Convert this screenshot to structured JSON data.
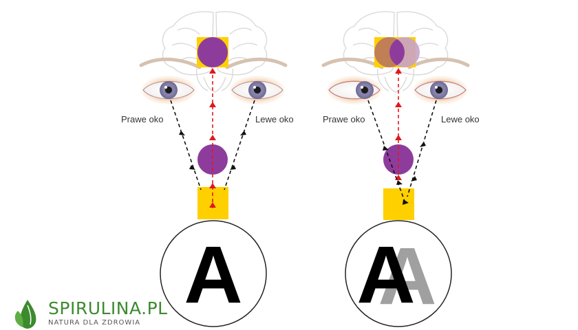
{
  "colors": {
    "purple": "#8e3c9c",
    "light_purple": "#c8a3c8",
    "yellow": "#fed000",
    "red_arrow": "#e0181e",
    "black_arrow": "#111111",
    "ghost_letter": "#a0a0a0",
    "brand_green": "#3d8a2e"
  },
  "icons": {
    "left_panel_eyes": [
      "eye-icon",
      "eye-icon"
    ],
    "right_panel_eyes": [
      "eye-icon",
      "eye-icon"
    ],
    "brain": "brain-icon",
    "logo": "spirulina-leaf-icon"
  },
  "left_panel": {
    "right_eye_label": "Prawe oko",
    "left_eye_label": "Lewe oko",
    "result_letter": "A"
  },
  "right_panel": {
    "right_eye_label": "Prawe oko",
    "left_eye_label": "Lewe oko",
    "result_letter": "A",
    "ghost_letter": "A"
  },
  "brand": {
    "name": "SPIRULINA.PL",
    "tagline": "NATURA DLA ZDROWIA"
  }
}
